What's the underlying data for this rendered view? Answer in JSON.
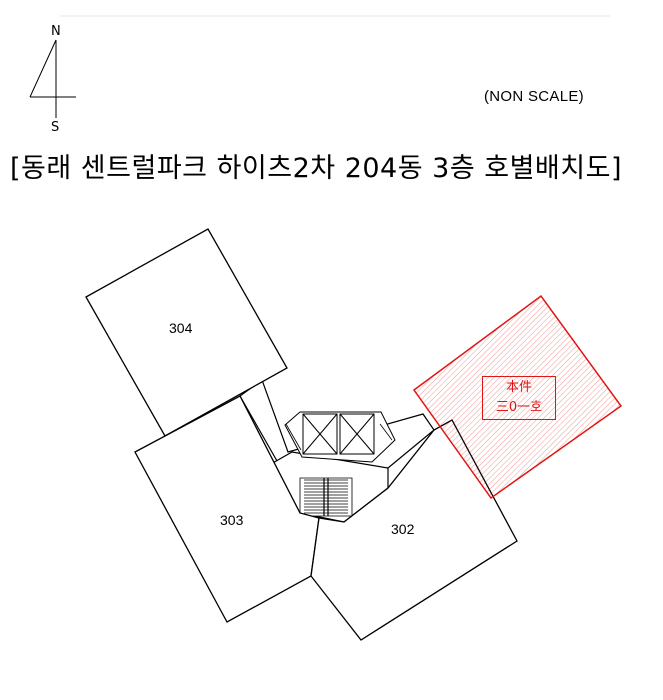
{
  "compass": {
    "north": "N",
    "south": "S"
  },
  "scale_note": "(NON SCALE)",
  "title": "[동래 센트럴파크 하이츠2차 204동 3층 호별배치도]",
  "units": [
    {
      "id": "304",
      "label": "304"
    },
    {
      "id": "303",
      "label": "303"
    },
    {
      "id": "302",
      "label": "302"
    },
    {
      "id": "301",
      "label_line1": "本件",
      "label_line2": "三0一호",
      "highlighted": true
    }
  ],
  "colors": {
    "line": "#000000",
    "highlight": "#e01515"
  }
}
